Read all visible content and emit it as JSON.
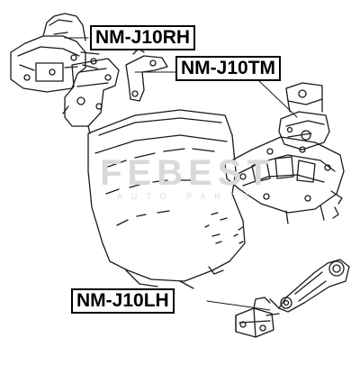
{
  "parts": {
    "rh": "NM-J10RH",
    "tm": "NM-J10TM",
    "lh": "NM-J10LH"
  },
  "watermark": {
    "brand": "FEBEST",
    "sub": "AUTO PARTS"
  },
  "colors": {
    "line": "#1a1a1a",
    "label_border": "#000000",
    "watermark": "#d9d9d9"
  }
}
